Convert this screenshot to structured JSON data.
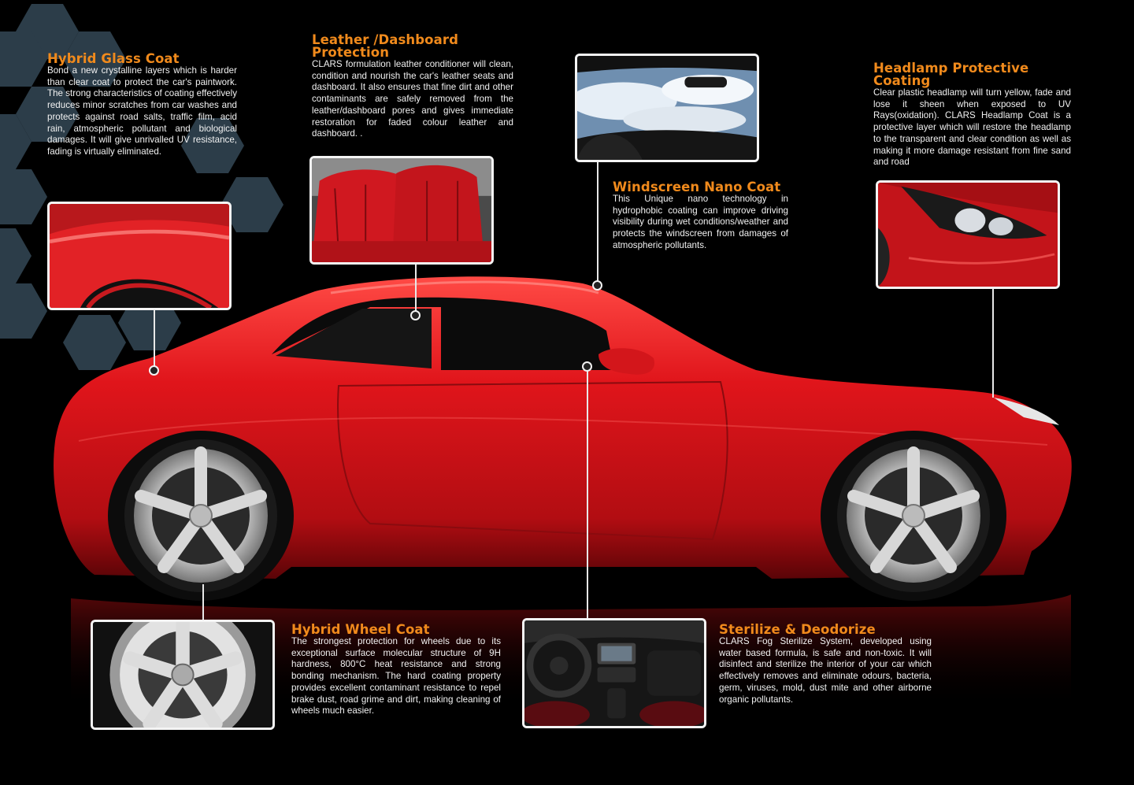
{
  "features": {
    "hybrid_glass": {
      "title": "Hybrid Glass Coat",
      "text": "Bond a new crystalline layers which is harder than clear coat to protect the car's paintwork. The strong characteristics of coating effectively reduces minor scratches from car washes and protects against road salts, traffic film, acid rain, atmospheric pollutant and biological damages. It will give unrivalled UV resistance, fading is virtually eliminated.",
      "image": "red-fender-photo"
    },
    "leather": {
      "title": "Leather /Dashboard Protection",
      "text": "CLARS formulation leather conditioner will clean, condition and nourish the car's leather seats and dashboard. It also ensures that fine dirt and other contaminants are safely removed from the leather/dashboard pores and gives immediate restoration for faded colour leather and dashboard. .",
      "image": "red-leather-seat-photo"
    },
    "windscreen": {
      "title": "Windscreen Nano Coat",
      "text": "This Unique nano technology in hydrophobic coating can improve driving visibility during wet conditions/weather and protects the windscreen from damages of atmospheric pollutants.",
      "image": "windscreen-view-photo"
    },
    "headlamp": {
      "title": "Headlamp Protective Coating",
      "text": "Clear plastic headlamp will turn yellow, fade and lose it sheen when exposed to UV Rays(oxidation). CLARS Headlamp Coat is a protective layer which will restore the headlamp to the transparent and clear condition as well as making it more damage resistant from fine sand and road",
      "image": "headlamp-photo"
    },
    "wheel": {
      "title": "Hybrid Wheel Coat",
      "text": "The strongest protection for wheels due to its exceptional surface molecular structure of 9H hardness, 800°C heat resistance and strong bonding mechanism. The hard coating property provides excellent contaminant resistance to repel brake dust, road grime and dirt, making cleaning of wheels much easier.",
      "image": "alloy-wheel-photo"
    },
    "sterilize": {
      "title": "Sterilize & Deodorize",
      "text": "CLARS Fog Sterilize System, developed using water based formula, is safe and non-toxic. It will disinfect and sterilize the interior of your car which effectively removes and eliminate odours, bacteria, germ, viruses, mold, dust mite and other airborne organic pollutants.",
      "image": "car-interior-photo"
    }
  },
  "colors": {
    "background": "#000000",
    "heading": "#f08a1c",
    "body_text": "#f2f2f2",
    "car_red": "#e0151b",
    "hexagon": "#2c3d49"
  }
}
